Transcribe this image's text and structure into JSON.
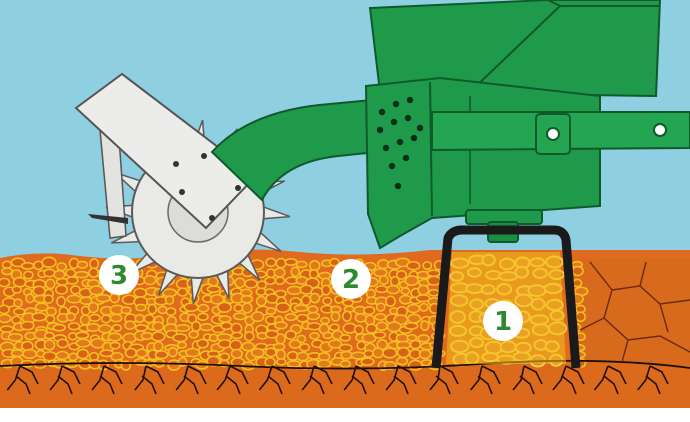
{
  "labels": [
    {
      "id": "stage-1",
      "text": "1"
    },
    {
      "id": "stage-2",
      "text": "2"
    },
    {
      "id": "stage-3",
      "text": "3"
    }
  ],
  "colors": {
    "sky": "#8ecfe2",
    "machine_green": "#1e9a4a",
    "machine_dark": "#0f5a2a",
    "rotor_white": "#e9e9e6",
    "soil_orange": "#e06a1e",
    "soil_yellow": "#f2c020",
    "label_green": "#2f8a2f",
    "frame_black": "#1a1a1a"
  }
}
